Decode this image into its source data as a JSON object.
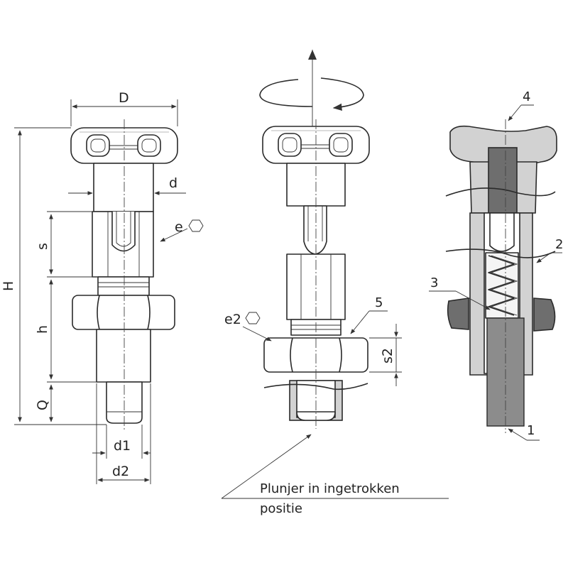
{
  "dimensions": {
    "D": "D",
    "d": "d",
    "e": "e",
    "s": "s",
    "H": "H",
    "h": "h",
    "Q": "Q",
    "d1": "d1",
    "d2": "d2",
    "e2": "e2",
    "s2": "s2"
  },
  "callouts": {
    "c1": "1",
    "c2": "2",
    "c3": "3",
    "c4": "4",
    "c5": "5"
  },
  "caption": {
    "line1": "Plunjer in ingetrokken",
    "line2": "positie"
  },
  "icons": {
    "hex": "hexagon-icon",
    "rotation": "rotation-arrow-icon"
  },
  "colors": {
    "section_light": "#d2d2d2",
    "section_dark": "#6e6e6e",
    "line": "#2a2a2a"
  }
}
